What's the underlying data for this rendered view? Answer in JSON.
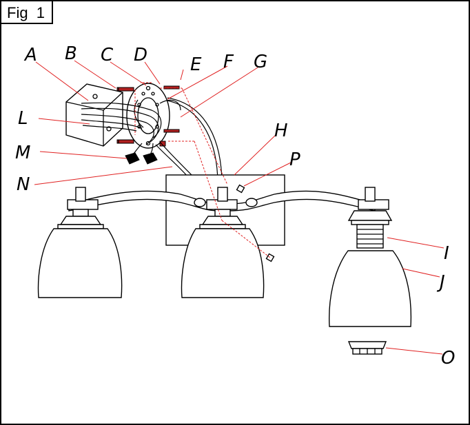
{
  "figure": {
    "title": "Fig  1"
  },
  "labels": {
    "A": "A",
    "B": "B",
    "C": "C",
    "D": "D",
    "E": "E",
    "F": "F",
    "G": "G",
    "H": "H",
    "I": "I",
    "J": "J",
    "L": "L",
    "M": "M",
    "N": "N",
    "O": "O",
    "P": "P"
  },
  "colors": {
    "leader": "#e02020",
    "outline": "#000000",
    "background": "#ffffff"
  }
}
